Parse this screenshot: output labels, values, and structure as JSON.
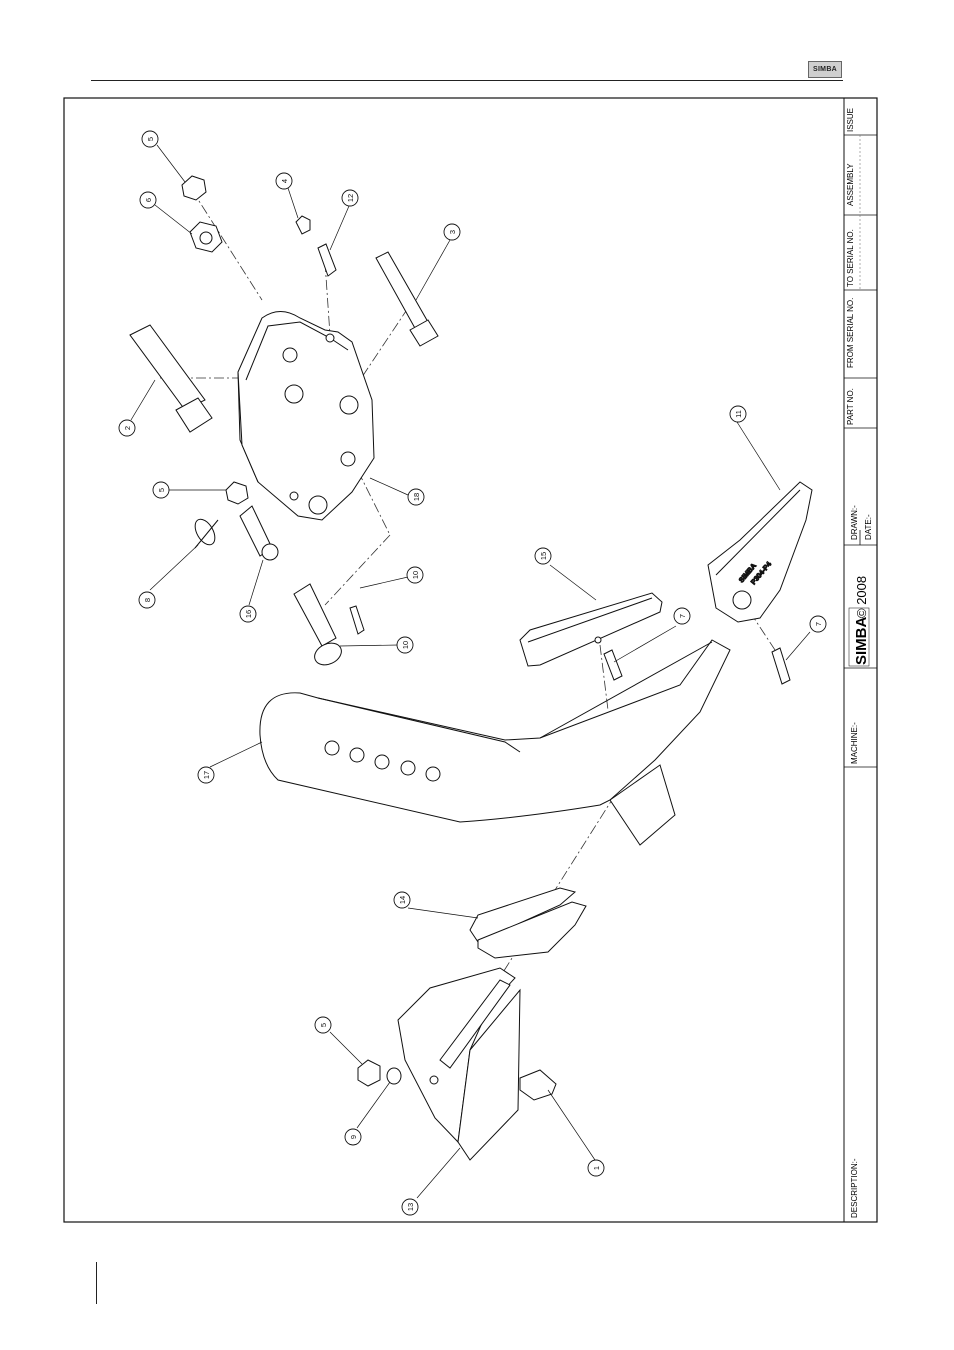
{
  "header": {
    "logo_text": "SIMBA"
  },
  "title_block": {
    "issue": "ISSUE",
    "assembly": "ASSEMBLY",
    "to_serial": "TO SERIAL NO.",
    "from_serial": "FROM SERIAL NO.",
    "part_no": "PART NO.",
    "drawn": "DRAWN:-",
    "date": "DATE:-",
    "brand": "SIMBA",
    "copyright": "© 2008",
    "machine": "MACHINE:-",
    "description": "DESCRIPTION:-"
  },
  "callouts": [
    "5",
    "6",
    "4",
    "12",
    "3",
    "2",
    "5",
    "18",
    "8",
    "16",
    "10",
    "10",
    "17",
    "15",
    "7",
    "11",
    "7",
    "14",
    "5",
    "9",
    "13",
    "1"
  ],
  "parts": {
    "engraving_line1": "SIMBA",
    "engraving_line2": "P304-P4"
  }
}
